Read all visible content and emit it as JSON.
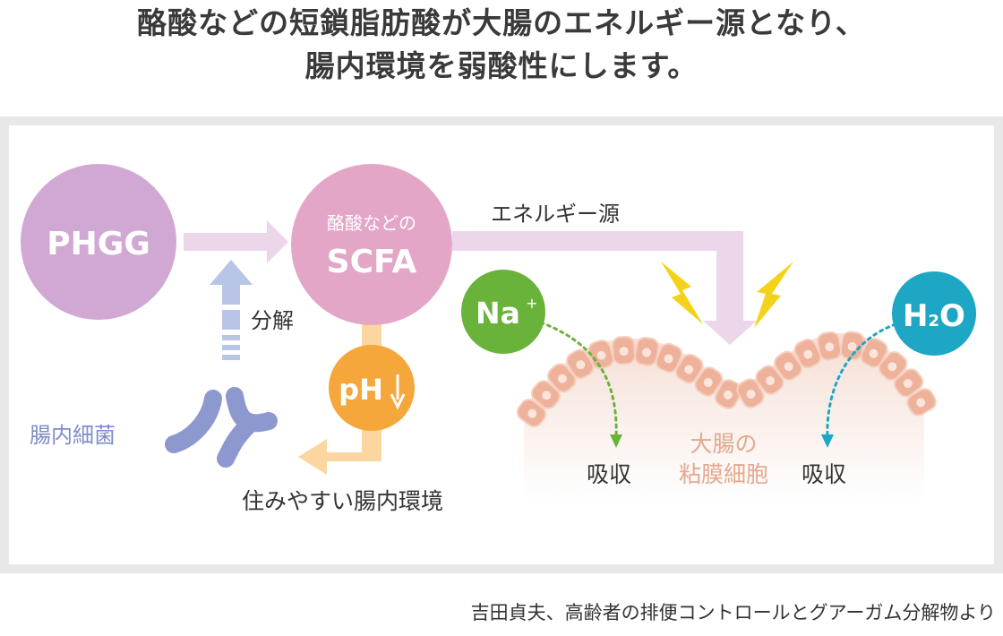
{
  "header": {
    "title_line1": "酪酸などの短鎖脂肪酸が大腸のエネルギー源となり、",
    "title_line2": "腸内環境を弱酸性にします。"
  },
  "diagram": {
    "phgg": "PHGG",
    "scfa_top": "酪酸などの",
    "scfa_main": "SCFA",
    "energy_label": "エネルギー源",
    "decompose_label": "分解",
    "bacteria_label": "腸内細菌",
    "ph_label": "pH",
    "environment_label": "住みやすい腸内環境",
    "sodium_label": "Na",
    "sodium_sup": "+",
    "water_h": "H",
    "water_sub": "2",
    "water_o": "O",
    "absorb_left": "吸収",
    "absorb_right": "吸収",
    "mucosa_line1": "大腸の",
    "mucosa_line2": "粘膜細胞"
  },
  "colors": {
    "phgg_circle": "#d1a8d4",
    "scfa_circle": "#e3a6c7",
    "arrow_pink": "#ecd6ea",
    "arrow_blue": "#b8c5e6",
    "ph_circle": "#f6a73b",
    "arrow_orange": "#fbd6a0",
    "sodium_circle": "#6ab33b",
    "water_circle": "#1ea6c5",
    "bacteria": "#8d98cf",
    "lightning": "#f5d21a",
    "cells": "#eeb19a",
    "mucosa_text": "#e4a88e"
  },
  "footer": {
    "source": "吉田貞夫、高齢者の排便コントロールとグアーガム分解物より"
  }
}
